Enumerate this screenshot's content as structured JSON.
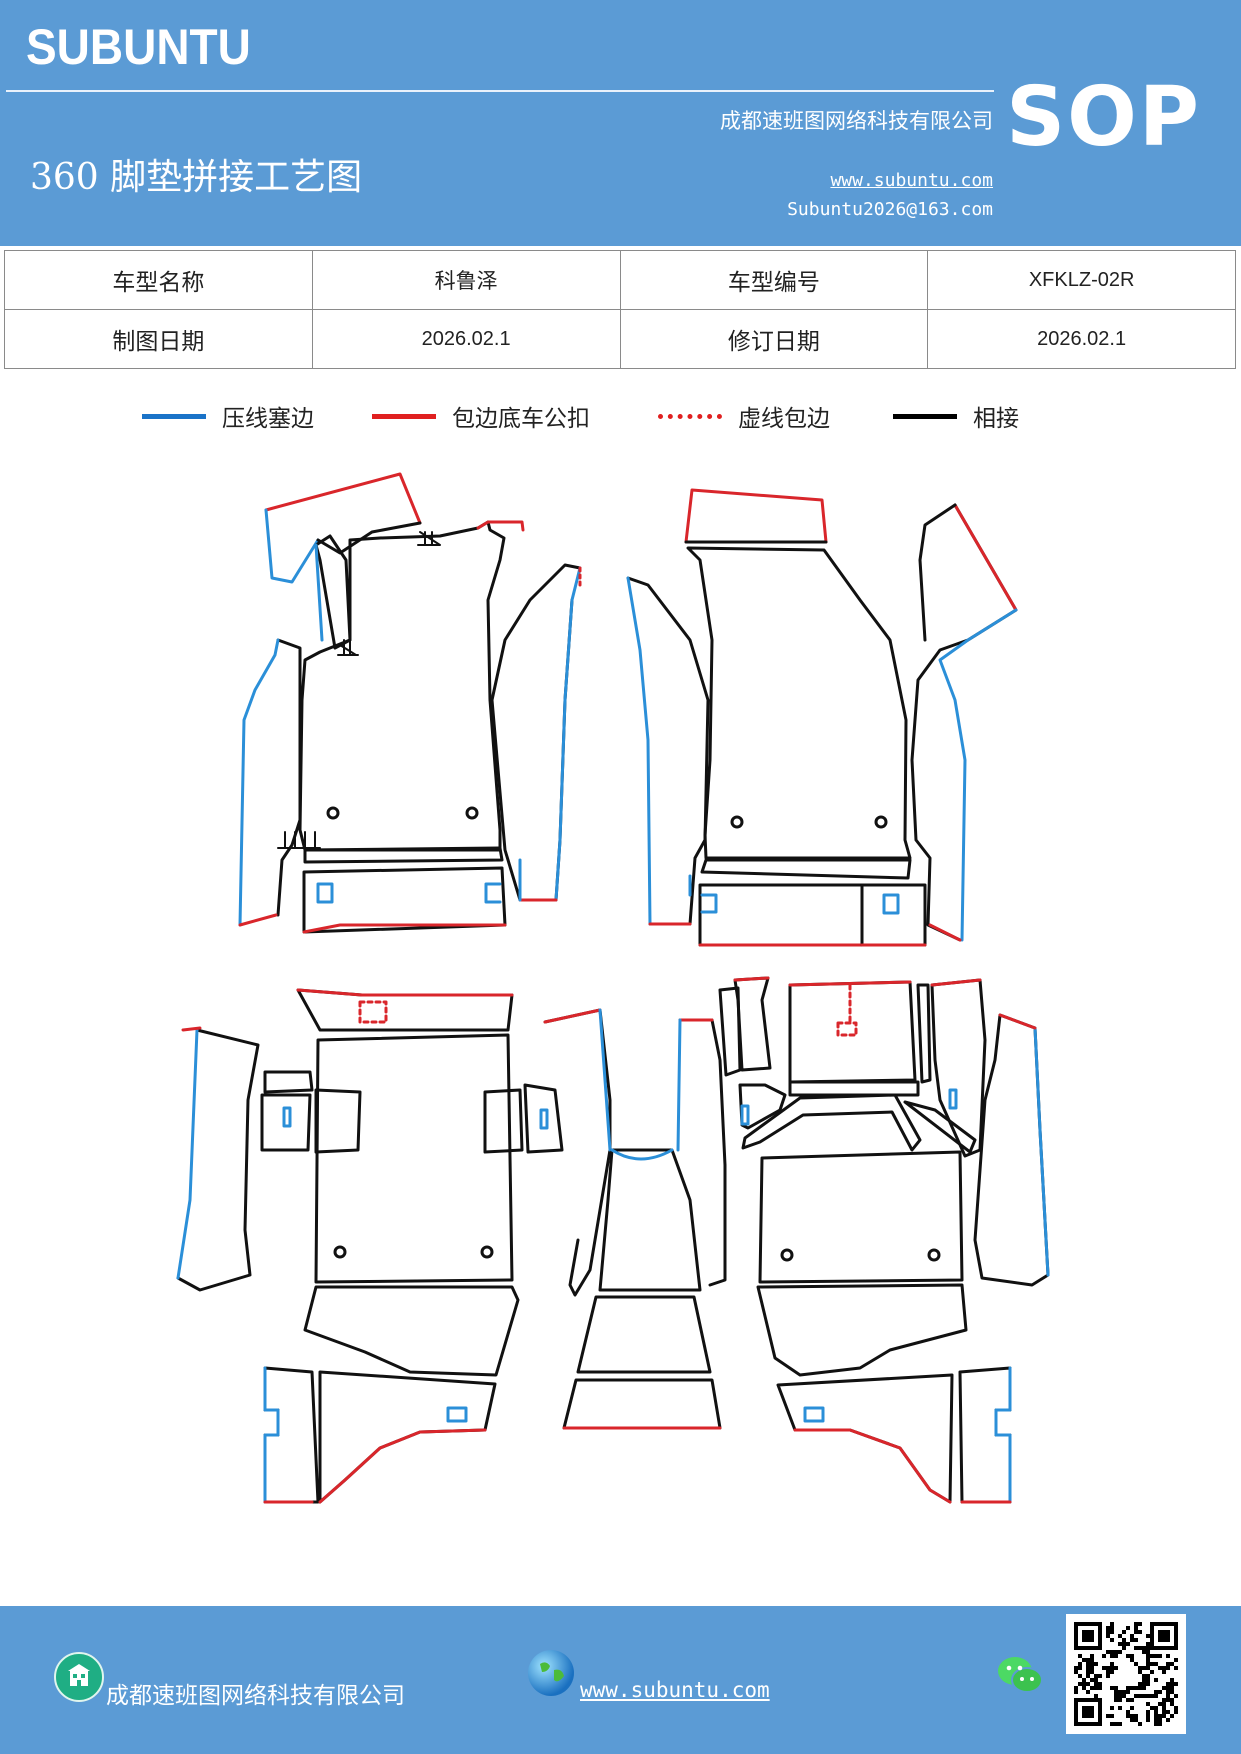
{
  "header": {
    "brand": "SUBUNTU",
    "badge": "SOP",
    "title": "360 脚垫拼接工艺图",
    "company": "成都速班图网络科技有限公司",
    "website": "www.subuntu.com",
    "email": "Subuntu2026@163.com"
  },
  "info_table": {
    "rows": [
      [
        "车型名称",
        "科鲁泽",
        "车型编号",
        "XFKLZ-02R"
      ],
      [
        "制图日期",
        "2026.02.1",
        "修订日期",
        "2026.02.1"
      ]
    ]
  },
  "legend": [
    {
      "label": "压线塞边",
      "color": "#1a73c8",
      "style": "solid"
    },
    {
      "label": "包边底车公扣",
      "color": "#e02020",
      "style": "solid"
    },
    {
      "label": "虚线包边",
      "color": "#e02020",
      "style": "dotted"
    },
    {
      "label": "相接",
      "color": "#000000",
      "style": "solid"
    }
  ],
  "colors": {
    "header_bg": "#5b9bd5",
    "blue_line": "#2b8fd8",
    "red_line": "#d9262b",
    "black_line": "#111111"
  },
  "footer": {
    "company": "成都速班图网络科技有限公司",
    "website": "www.subuntu.com",
    "icons": [
      "building-icon",
      "globe-icon",
      "wechat-icon",
      "qr-code"
    ]
  }
}
